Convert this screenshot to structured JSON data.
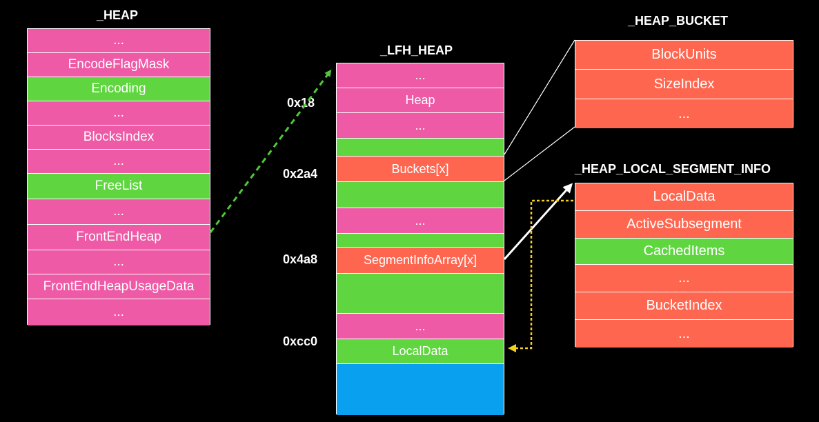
{
  "colors": {
    "pink": "#ee5aa6",
    "green": "#5fd63f",
    "red": "#ff6650",
    "blue": "#0aa0f0",
    "yellow": "#f2d022",
    "arrow_green": "#4fc93a",
    "line": "#ffffff",
    "background": "#000000"
  },
  "heap": {
    "title": "_HEAP",
    "fields": [
      {
        "label": "...",
        "color": "pink"
      },
      {
        "label": "EncodeFlagMask",
        "color": "pink"
      },
      {
        "label": "Encoding",
        "color": "green"
      },
      {
        "label": "...",
        "color": "pink"
      },
      {
        "label": "BlocksIndex",
        "color": "pink"
      },
      {
        "label": "...",
        "color": "pink"
      },
      {
        "label": "FreeList",
        "color": "green"
      },
      {
        "label": "...",
        "color": "pink"
      },
      {
        "label": "FrontEndHeap",
        "color": "pink"
      },
      {
        "label": "...",
        "color": "pink"
      },
      {
        "label": "FrontEndHeapUsageData",
        "color": "pink"
      },
      {
        "label": "...",
        "color": "pink"
      }
    ]
  },
  "lfh_heap": {
    "title": "_LFH_HEAP",
    "fields": [
      {
        "label": "...",
        "color": "pink"
      },
      {
        "label": "Heap",
        "color": "pink"
      },
      {
        "label": "...",
        "color": "pink"
      },
      {
        "label": "",
        "color": "green"
      },
      {
        "label": "Buckets[x]",
        "color": "red"
      },
      {
        "label": "",
        "color": "green"
      },
      {
        "label": "...",
        "color": "pink"
      },
      {
        "label": "",
        "color": "green"
      },
      {
        "label": "SegmentInfoArray[x]",
        "color": "red"
      },
      {
        "label": "",
        "color": "green"
      },
      {
        "label": "...",
        "color": "pink"
      },
      {
        "label": "LocalData",
        "color": "green"
      },
      {
        "label": "",
        "color": "blue"
      }
    ]
  },
  "offsets": [
    "0x18",
    "0x2a4",
    "0x4a8",
    "0xcc0"
  ],
  "heap_bucket": {
    "title": "_HEAP_BUCKET",
    "fields": [
      {
        "label": "BlockUnits",
        "color": "red"
      },
      {
        "label": "SizeIndex",
        "color": "red"
      },
      {
        "label": "...",
        "color": "red"
      }
    ]
  },
  "segment_info": {
    "title": "_HEAP_LOCAL_SEGMENT_INFO",
    "fields": [
      {
        "label": "LocalData",
        "color": "red"
      },
      {
        "label": "ActiveSubsegment",
        "color": "red"
      },
      {
        "label": "CachedItems",
        "color": "green"
      },
      {
        "label": "...",
        "color": "red"
      },
      {
        "label": "BucketIndex",
        "color": "red"
      },
      {
        "label": "...",
        "color": "red"
      }
    ]
  }
}
